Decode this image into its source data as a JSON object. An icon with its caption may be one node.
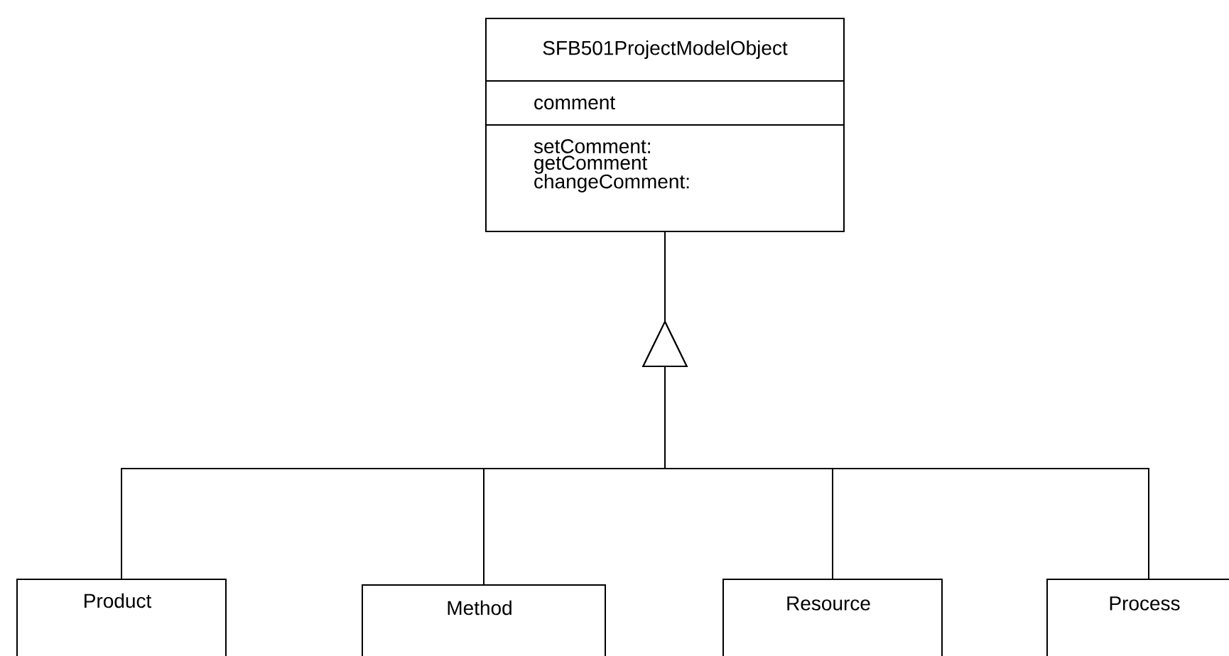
{
  "diagram": {
    "nodes": [
      {
        "text": [
          "SFB501ProjectModelObject",
          "comment",
          "setComment:",
          "getComment",
          "changeComment:"
        ]
      },
      {
        "text": [
          "Product"
        ]
      },
      {
        "text": [
          "Method"
        ]
      },
      {
        "text": [
          "Resource"
        ]
      },
      {
        "text": [
          "Process"
        ]
      }
    ],
    "edges": [
      {
        "from": 1,
        "to": 0,
        "arrow": "to"
      },
      {
        "from": 2,
        "to": 0,
        "arrow": "to"
      },
      {
        "from": 3,
        "to": 0,
        "arrow": "to"
      },
      {
        "from": 4,
        "to": 0,
        "arrow": "to"
      }
    ]
  }
}
